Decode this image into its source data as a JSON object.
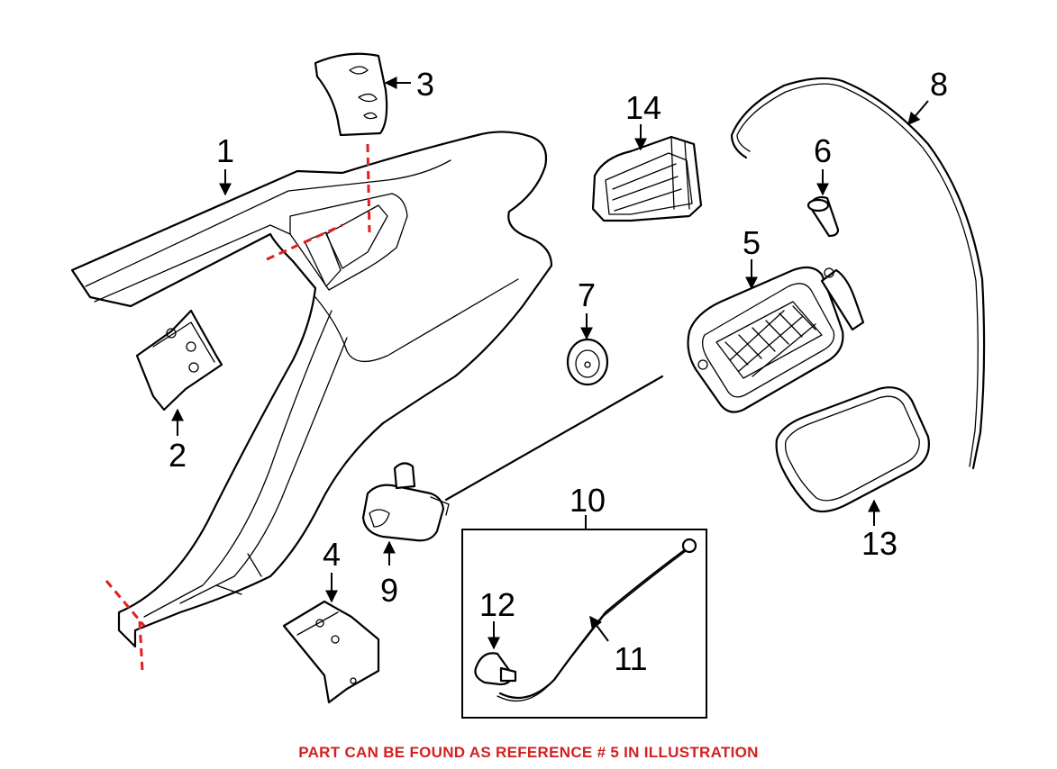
{
  "callouts": {
    "c1": "1",
    "c2": "2",
    "c3": "3",
    "c4": "4",
    "c5": "5",
    "c6": "6",
    "c7": "7",
    "c8": "8",
    "c9": "9",
    "c10": "10",
    "c11": "11",
    "c12": "12",
    "c13": "13",
    "c14": "14"
  },
  "caption": "PART CAN BE FOUND AS REFERENCE # 5 IN ILLUSTRATION",
  "colors": {
    "caption": "#d32020",
    "cut_line": "#e02020",
    "line_art": "#000000"
  }
}
